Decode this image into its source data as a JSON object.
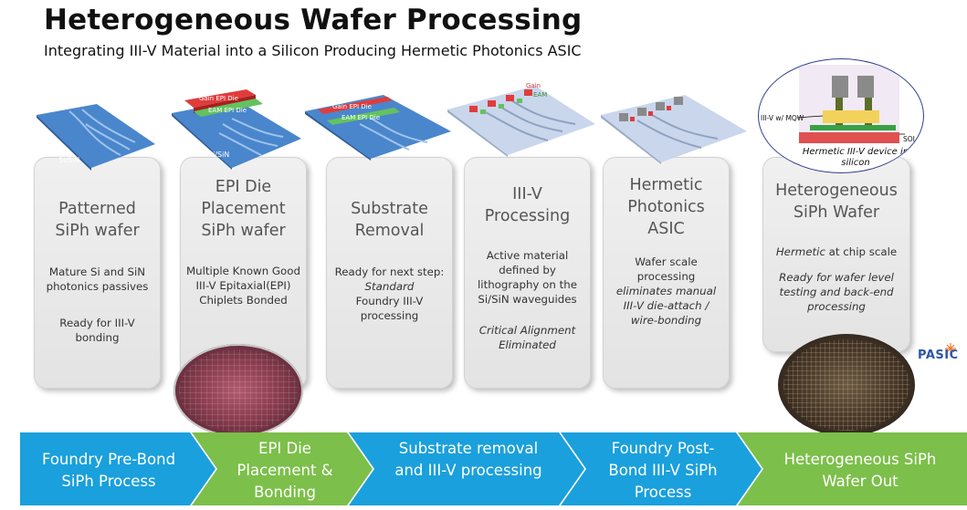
{
  "header": {
    "title": "Heterogeneous Wafer Processing",
    "subtitle": "Integrating III-V Material into a Silicon Producing Hermetic Photonics ASIC"
  },
  "panels": [
    {
      "head": [
        "Patterned",
        "SiPh wafer"
      ],
      "body": [
        "Mature Si and SiN photonics passives",
        "Ready for III-V bonding"
      ]
    },
    {
      "head": [
        "EPI Die",
        "Placement",
        "SiPh wafer"
      ],
      "body": [
        "Multiple Known Good III-V Epitaxial(EPI) Chiplets Bonded"
      ]
    },
    {
      "head": [
        "Substrate",
        "Removal"
      ],
      "body": [
        "Ready for next step:",
        "Standard",
        "Foundry III-V processing"
      ]
    },
    {
      "head": [
        "III-V",
        "Processing"
      ],
      "body": [
        "Active material defined by lithography on the Si/SiN waveguides",
        "Critical Alignment Eliminated"
      ]
    },
    {
      "head": [
        "Hermetic",
        "Photonics",
        "ASIC"
      ],
      "body": [
        "Wafer scale processing",
        "eliminates manual III-V die-attach / wire-bonding"
      ]
    },
    {
      "head": [
        "Heterogeneous",
        "SiPh Wafer"
      ],
      "body": [
        "Hermetic",
        " at chip scale",
        "Ready for wafer level testing and back-end processing"
      ]
    }
  ],
  "tiles": {
    "tile1_label": "Si/SiN",
    "tile2_gain": "Gain EPI Die",
    "tile2_eam": "EAM EPI Die",
    "tile2_sisin": "Si/SiN",
    "tile3_gain": "Gain EPI Die",
    "tile3_eam": "EAM EPI Die",
    "tile4_gain": "Gain",
    "tile4_eam": "EAM"
  },
  "inset": {
    "mqw_label": "III-V w/ MQW",
    "soi_label": "SOI",
    "caption": "Hermetic III-V device in silicon"
  },
  "logo": {
    "text": "PASIC"
  },
  "flow": [
    "Foundry Pre-Bond SiPh Process",
    "EPI Die Placement & Bonding",
    "Substrate removal and III-V processing",
    "Foundry Post-Bond III-V SiPh Process",
    "Heterogeneous SiPh Wafer Out"
  ],
  "colors": {
    "blue": "#1aa0dc",
    "green": "#7cbf4a",
    "panel_text": "#555555"
  }
}
